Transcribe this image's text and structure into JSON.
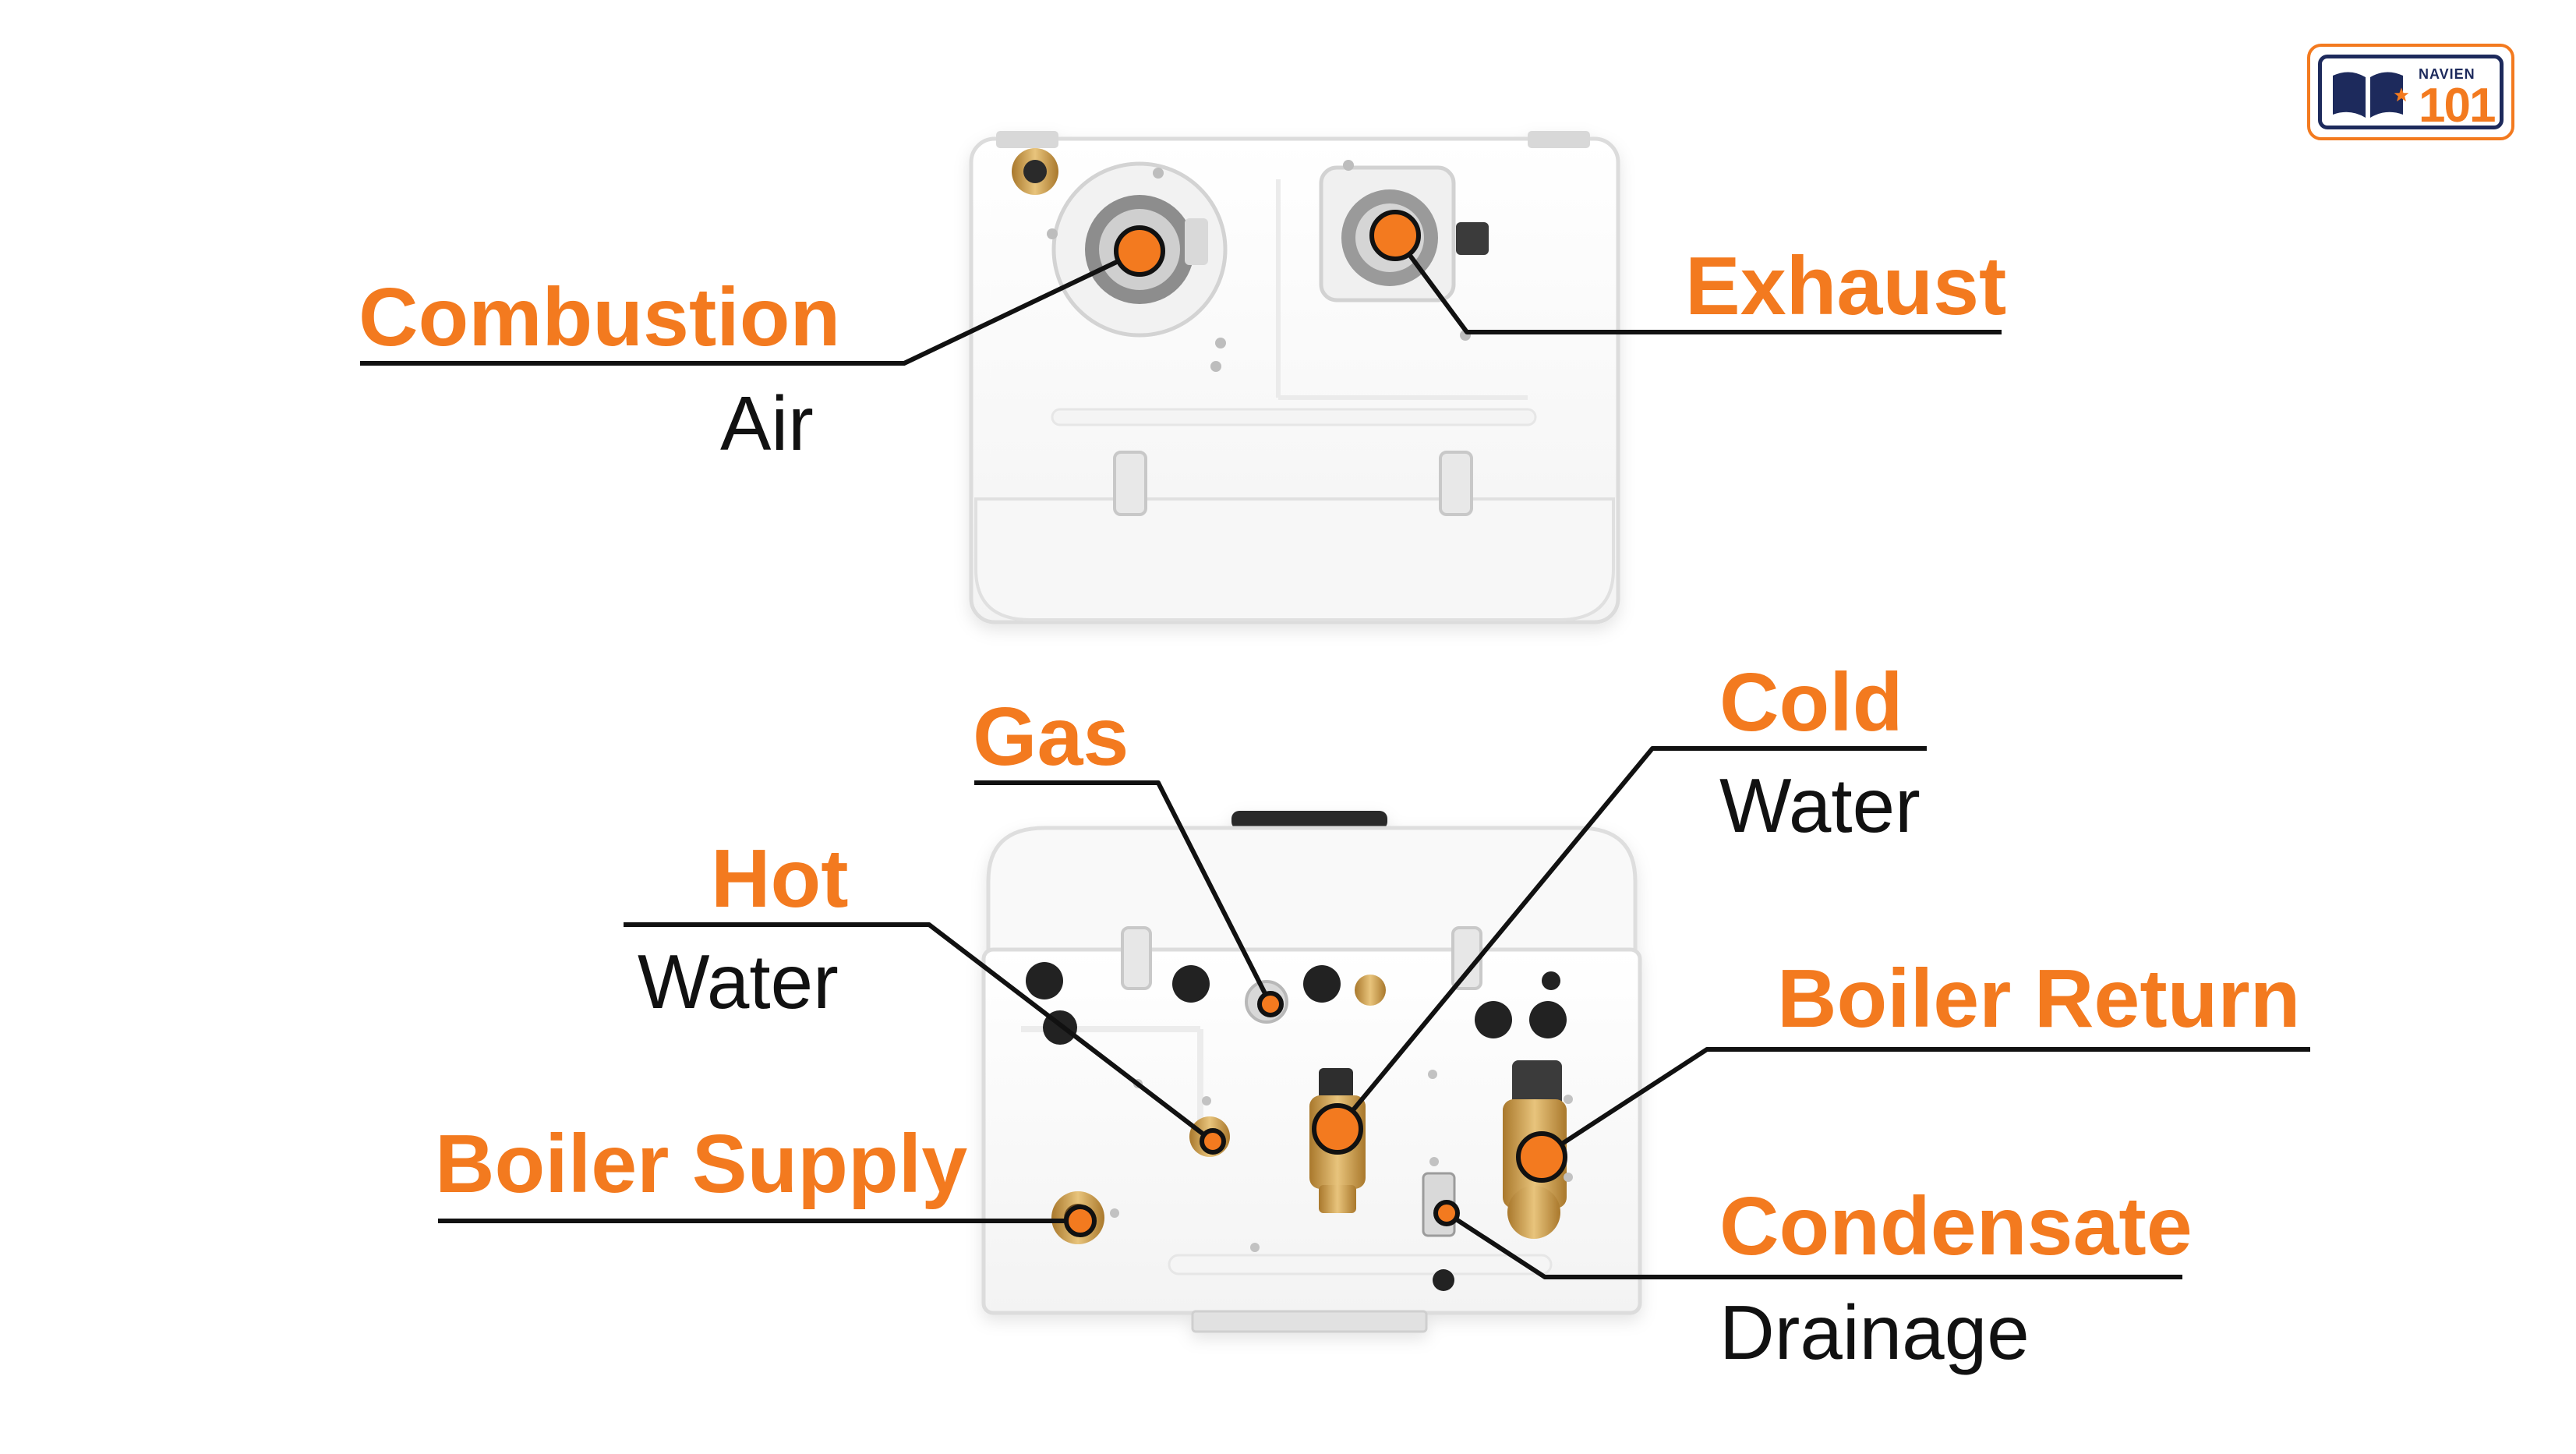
{
  "labels": {
    "combustion": {
      "title": "Combustion",
      "subtitle": "Air"
    },
    "exhaust": {
      "title": "Exhaust"
    },
    "gas": {
      "title": "Gas"
    },
    "cold": {
      "title": "Cold",
      "subtitle": "Water"
    },
    "hot": {
      "title": "Hot",
      "subtitle": "Water"
    },
    "boiler_return": {
      "title": "Boiler Return"
    },
    "boiler_supply": {
      "title": "Boiler Supply"
    },
    "condensate": {
      "title": "Condensate",
      "subtitle": "Drainage"
    }
  },
  "logo": {
    "brand": "NAVIEN",
    "number": "101"
  },
  "colors": {
    "accent": "#f37a1f",
    "line": "#111111",
    "unit": "#ffffff",
    "unit_edge": "#e4e4e4",
    "brass": "#c89b4a",
    "navy": "#1d2a5c"
  }
}
